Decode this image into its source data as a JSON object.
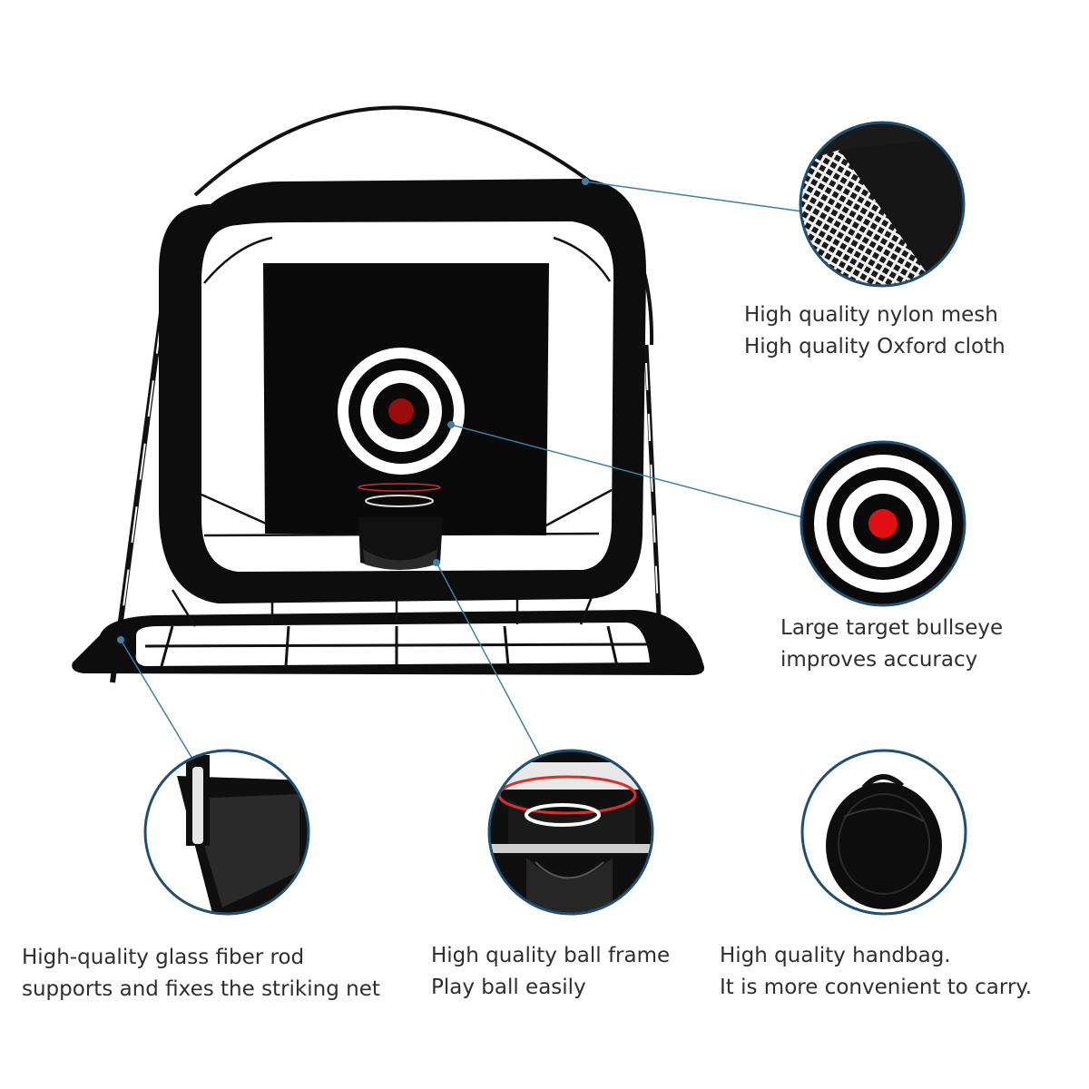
{
  "features": {
    "mesh": {
      "line1": "High quality nylon mesh",
      "line2": "High quality Oxford cloth"
    },
    "target": {
      "line1": "Large target bullseye",
      "line2": "improves accuracy"
    },
    "rod": {
      "line1": "High-quality glass fiber rod",
      "line2": "supports and fixes the striking net"
    },
    "frame": {
      "line1": "High quality ball frame",
      "line2": "Play ball easily"
    },
    "bag": {
      "line1": "High quality handbag.",
      "line2": "It is more convenient to carry."
    }
  },
  "colors": {
    "callout_line": "#3d7fa6",
    "circle_border": "#1f4f73",
    "net": "#111111",
    "bullseye_center": "#9b0d0d",
    "detail_bullseye_center": "#e01010"
  }
}
